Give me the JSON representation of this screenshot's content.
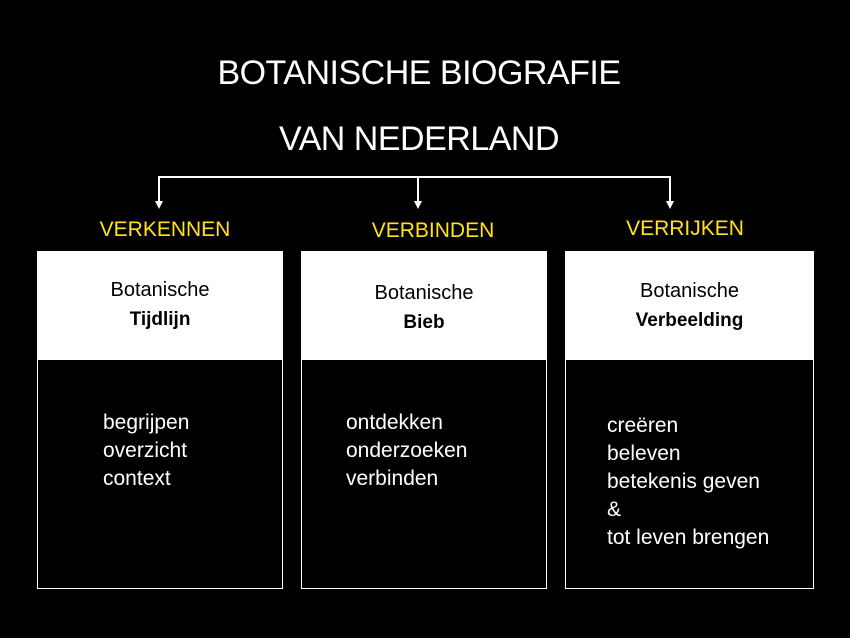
{
  "title": {
    "line1": "BOTANISCHE BIOGRAFIE",
    "line2": "VAN NEDERLAND"
  },
  "colors": {
    "background": "#000000",
    "accent_label": "#ffe21a",
    "card_header": "#ffffff",
    "text": "#ffffff"
  },
  "columns": [
    {
      "label": "VERKENNEN",
      "card_subtitle": "Botanische",
      "card_name": "Tijdlijn",
      "items": [
        "begrijpen",
        "overzicht",
        "context"
      ]
    },
    {
      "label": "VERBINDEN",
      "card_subtitle": "Botanische",
      "card_name": "Bieb",
      "items": [
        "ontdekken",
        "onderzoeken",
        "verbinden"
      ]
    },
    {
      "label": "VERRIJKEN",
      "card_subtitle": "Botanische",
      "card_name": "Verbeelding",
      "items": [
        "creëren",
        "beleven",
        "betekenis geven",
        "&",
        "tot leven brengen"
      ]
    }
  ]
}
